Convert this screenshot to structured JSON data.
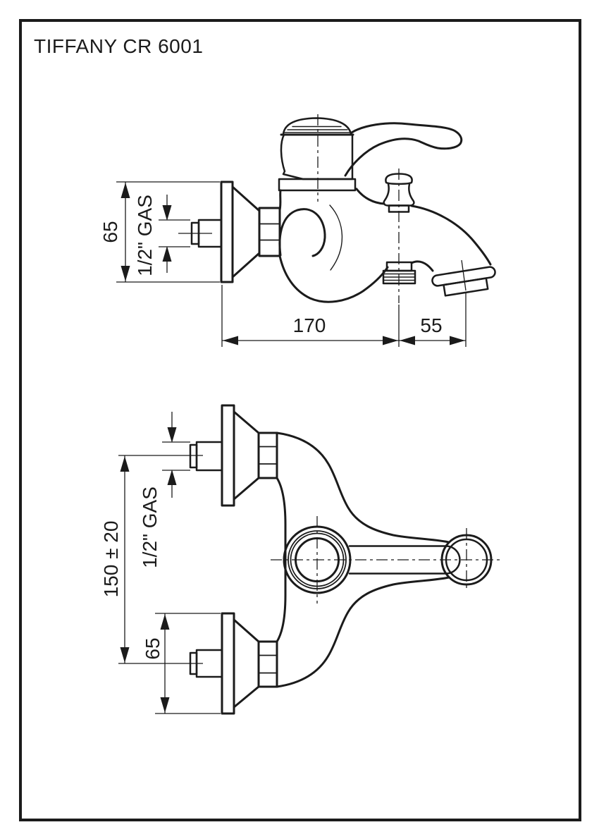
{
  "page": {
    "title": "TIFFANY CR 6001"
  },
  "side_view": {
    "dims": {
      "plate_diameter": "65",
      "inlet_thread": "1/2\" GAS",
      "wall_to_diverter": "170",
      "diverter_to_spout": "55"
    }
  },
  "front_view": {
    "dims": {
      "inlet_spacing": "150 ± 20",
      "inlet_thread": "1/2\" GAS",
      "plate_diameter": "65"
    }
  }
}
